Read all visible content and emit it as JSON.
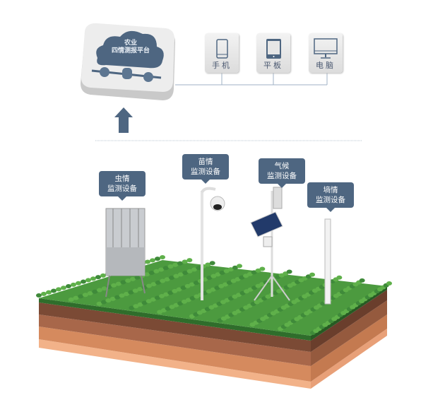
{
  "platform": {
    "title_line1": "农业",
    "title_line2": "四情测报平台"
  },
  "clients": [
    {
      "label": "手机",
      "icon": "phone-icon"
    },
    {
      "label": "平板",
      "icon": "tablet-icon"
    },
    {
      "label": "电脑",
      "icon": "computer-icon"
    }
  ],
  "devices": [
    {
      "line1": "虫情",
      "line2": "监测设备"
    },
    {
      "line1": "苗情",
      "line2": "监测设备"
    },
    {
      "line1": "气候",
      "line2": "监测设备"
    },
    {
      "line1": "墒情",
      "line2": "监测设备"
    }
  ],
  "colors": {
    "accent": "#4e6681",
    "grass": "#3f8a3a",
    "soil": "#b8794e"
  }
}
